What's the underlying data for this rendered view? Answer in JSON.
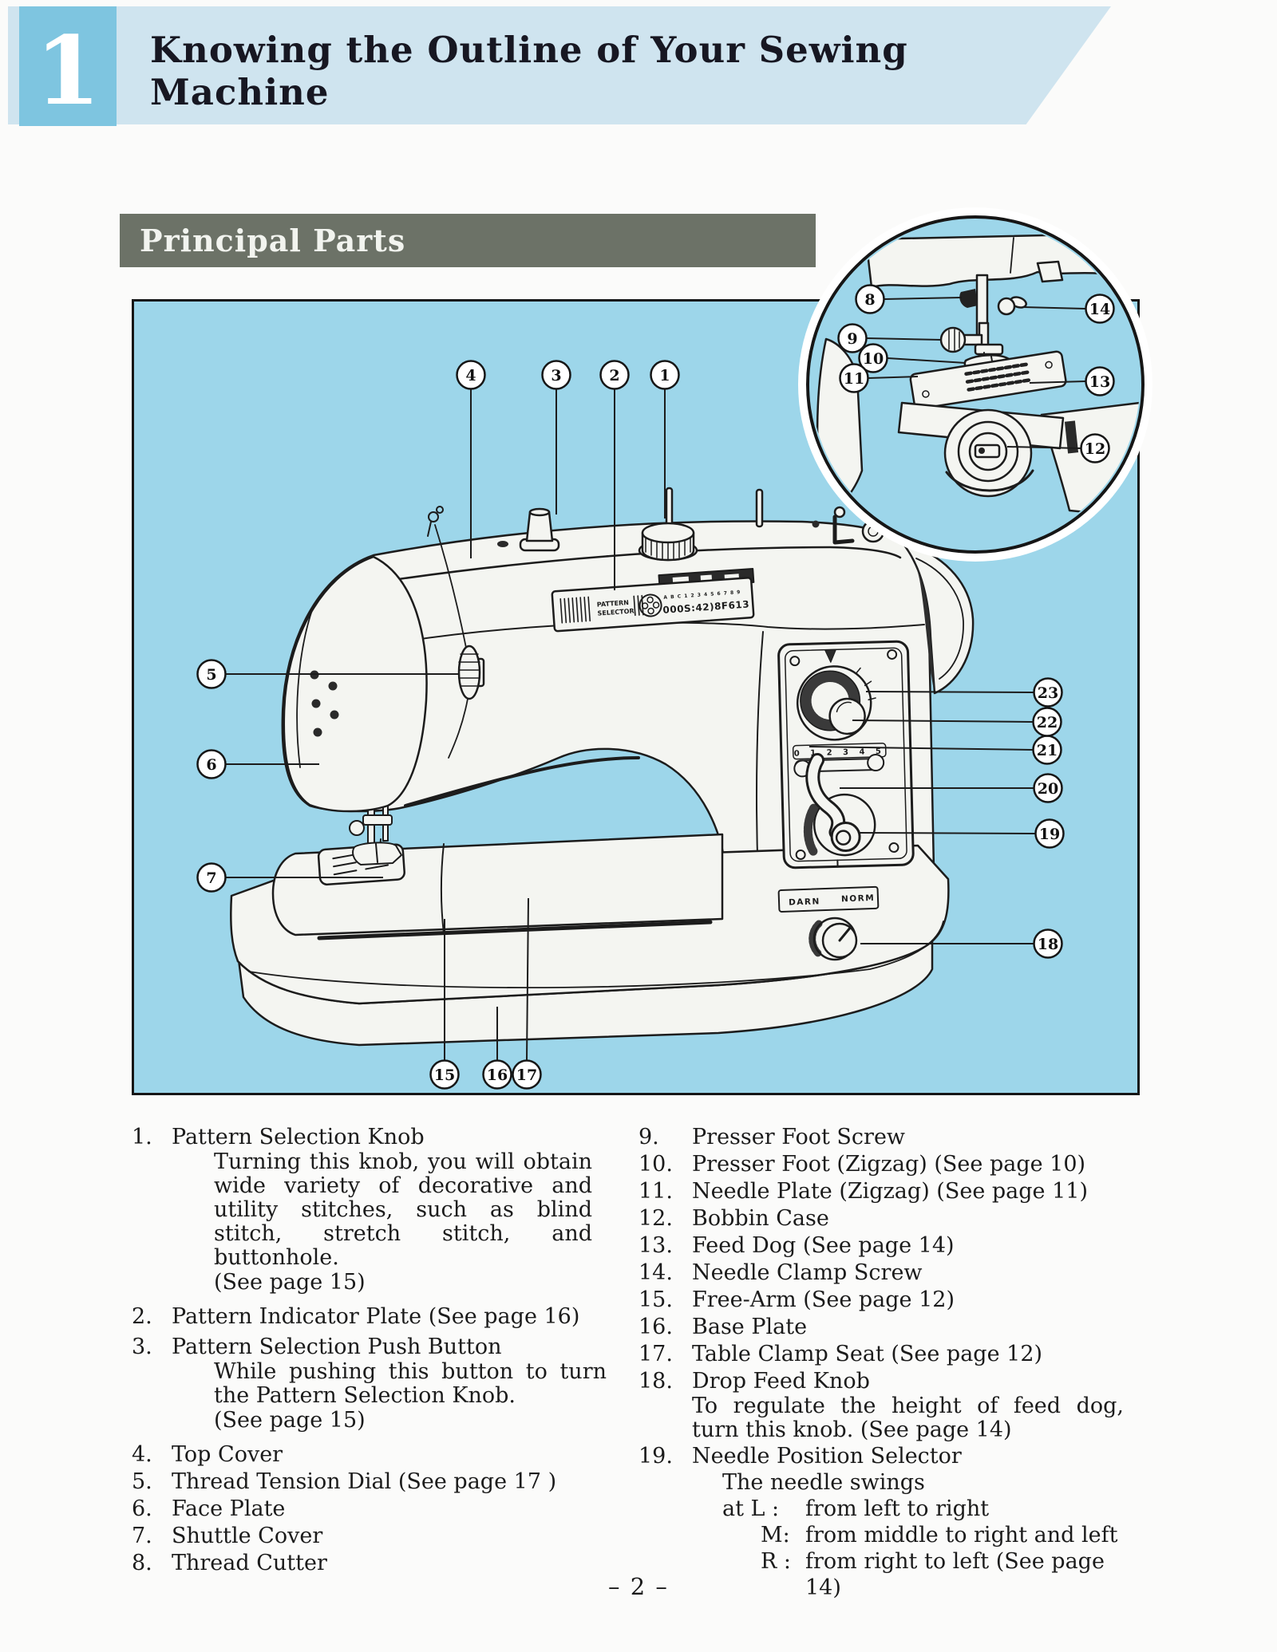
{
  "page": {
    "chapter_number": "1",
    "title": "Knowing the Outline of Your Sewing Machine",
    "section_title": "Principal Parts",
    "page_number": "– 2 –"
  },
  "diagram": {
    "labels": {
      "pattern_line1": "PATTERN",
      "pattern_line2": "SELECTOR",
      "indicator_glyphs_small": "A B C 1 2 3 4 5 6 7 8 9",
      "indicator_glyphs": "000S:42)8F613",
      "scale_numbers": "0 1 2 3 4 5",
      "darn": "DARN",
      "norm": "NORM"
    },
    "colors": {
      "illustration_background": "#9dd6ea",
      "banner_blue": "#cfe4ef",
      "chapter_blue": "#7ec5e0",
      "section_bar": "#6c7267"
    },
    "callouts": {
      "n1": "1",
      "n2": "2",
      "n3": "3",
      "n4": "4",
      "n5": "5",
      "n6": "6",
      "n7": "7",
      "n8": "8",
      "n9": "9",
      "n10": "10",
      "n11": "11",
      "n12": "12",
      "n13": "13",
      "n14": "14",
      "n15": "15",
      "n16": "16",
      "n17": "17",
      "n18": "18",
      "n19": "19",
      "n20": "20",
      "n21": "21",
      "n22": "22",
      "n23": "23"
    }
  },
  "parts_list": {
    "left": [
      {
        "num": "1.",
        "name": "Pattern Selection Knob",
        "desc": "Turning this knob, you will obtain wide variety of decorative and utility stitches, such as blind stitch, stretch stitch, and buttonhole.",
        "see": "(See page 15)"
      },
      {
        "num": "2.",
        "name": "Pattern Indicator Plate  (See page 16)"
      },
      {
        "num": "3.",
        "name": "Pattern Selection Push Button",
        "desc": "While pushing this button to turn the Pattern Selection Knob.",
        "see": "(See page 15)"
      },
      {
        "num": "4.",
        "name": "Top Cover"
      },
      {
        "num": "5.",
        "name": "Thread Tension Dial (See page 17 )"
      },
      {
        "num": "6.",
        "name": "Face Plate"
      },
      {
        "num": "7.",
        "name": "Shuttle Cover"
      },
      {
        "num": "8.",
        "name": "Thread Cutter"
      }
    ],
    "right": [
      {
        "num": "9.",
        "name": "Presser Foot Screw"
      },
      {
        "num": "10.",
        "name": "Presser Foot (Zigzag) (See page 10)"
      },
      {
        "num": "11.",
        "name": "Needle Plate (Zigzag) (See page 11)"
      },
      {
        "num": "12.",
        "name": "Bobbin Case"
      },
      {
        "num": "13.",
        "name": "Feed Dog (See page 14)"
      },
      {
        "num": "14.",
        "name": "Needle Clamp Screw"
      },
      {
        "num": "15.",
        "name": "Free-Arm (See page 12)"
      },
      {
        "num": "16.",
        "name": "Base Plate"
      },
      {
        "num": "17.",
        "name": "Table Clamp Seat (See page 12)"
      },
      {
        "num": "18.",
        "name": "Drop Feed Knob",
        "desc": "To regulate the height of feed dog, turn this knob. (See page 14)"
      },
      {
        "num": "19.",
        "name": "Needle Position Selector",
        "intro": "The needle swings",
        "swing": [
          {
            "k": "at L :",
            "v": "from left to right"
          },
          {
            "k": "M:",
            "v": "from middle to right and left"
          },
          {
            "k": "R :",
            "v": "from right to left  (See page 14)"
          }
        ]
      }
    ]
  }
}
